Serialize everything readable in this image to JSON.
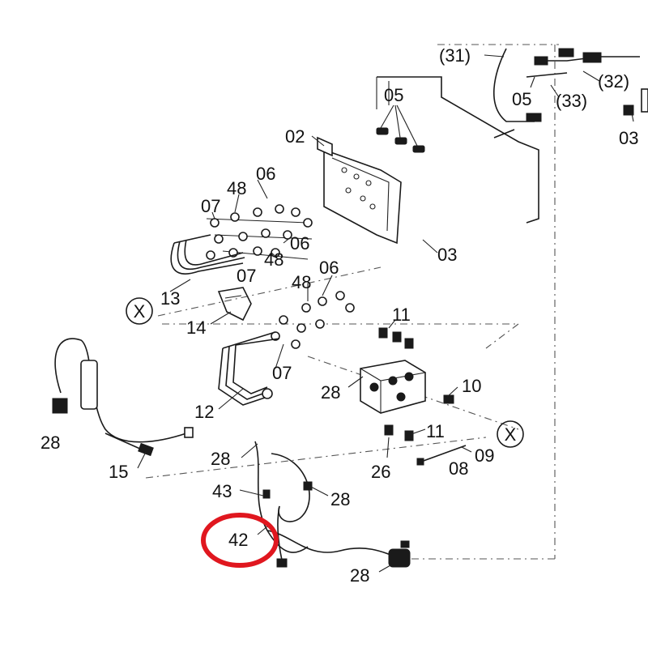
{
  "diagram": {
    "callouts": {
      "c31": "(31)",
      "c32": "(32)",
      "c33": "(33)",
      "c05a": "05",
      "c05b": "05",
      "c03a": "03",
      "c03b": "03",
      "c02": "02",
      "c06a": "06",
      "c06b": "06",
      "c06c": "06",
      "c48a": "48",
      "c48b": "48",
      "c48c": "48",
      "c07a": "07",
      "c07b": "07",
      "c07c": "07",
      "c13": "13",
      "c14": "14",
      "c12": "12",
      "c11a": "11",
      "c11b": "11",
      "c10": "10",
      "c09": "09",
      "c08": "08",
      "c26": "26",
      "c28a": "28",
      "c28b": "28",
      "c28c": "28",
      "c28d": "28",
      "c28e": "28",
      "c15": "15",
      "c43": "43",
      "c42": "42"
    },
    "connectors": {
      "xa": "X",
      "xb": "X"
    },
    "highlight_color": "#e0171f"
  }
}
